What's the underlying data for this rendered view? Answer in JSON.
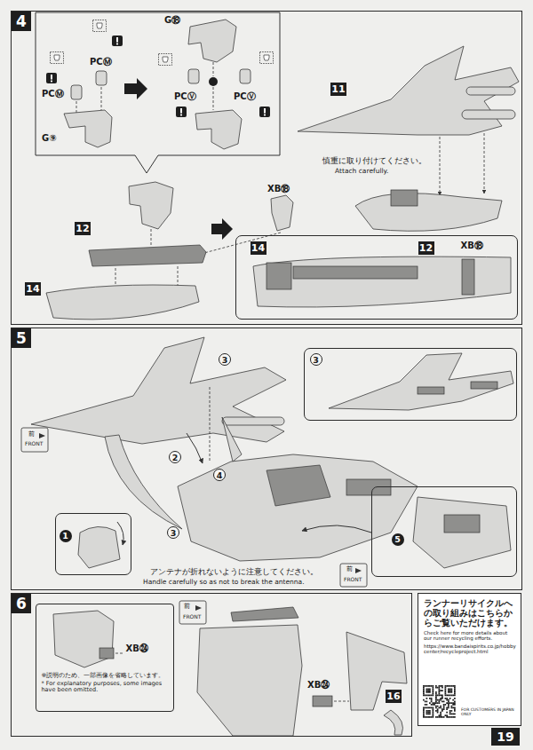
{
  "diagram": {
    "nodes": [
      {
        "text": [
          "4"
        ]
      },
      {
        "text": [
          "14",
          "12",
          "XB⑱"
        ],
        "in": 0
      },
      {
        "text": [
          "5"
        ]
      },
      {
        "text": [
          "3"
        ],
        "in": 2
      },
      {
        "text": [
          "1"
        ],
        "in": 2
      },
      {
        "text": [
          "5"
        ],
        "in": 2
      },
      {
        "text": [
          "6"
        ]
      },
      {
        "text": [
          "XB㉔",
          "※説明のため、一部画像を省略しています。",
          "* For explanatory purposes, some images have been omitted."
        ],
        "in": 6
      },
      {
        "text": [
          "ランナーリサイクルへの取り組みはこちらからご覧いただけます。",
          "Check here for more details about our runner recycling efforts.",
          "https://www.bandaispirits.co.jp/hobbycenter/recycleproject.html",
          "FOR CUSTOMERS IN JAPAN ONLY"
        ]
      }
    ],
    "labels": [
      "PCⓂ",
      "PCⓂ",
      "G⑨",
      "G⑱",
      "PCⓋ",
      "PCⓋ",
      "11",
      "慎重に取り付けてください。",
      "Attach carefully.",
      "XB⑱",
      "12",
      "14",
      "3",
      "2",
      "4",
      "3",
      "前",
      "FRONT",
      "アンテナが折れないように注意してください。",
      "Handle carefully so as not to break the antenna.",
      "前",
      "FRONT",
      "前",
      "FRONT",
      "XB㉔",
      "16",
      "19"
    ]
  }
}
